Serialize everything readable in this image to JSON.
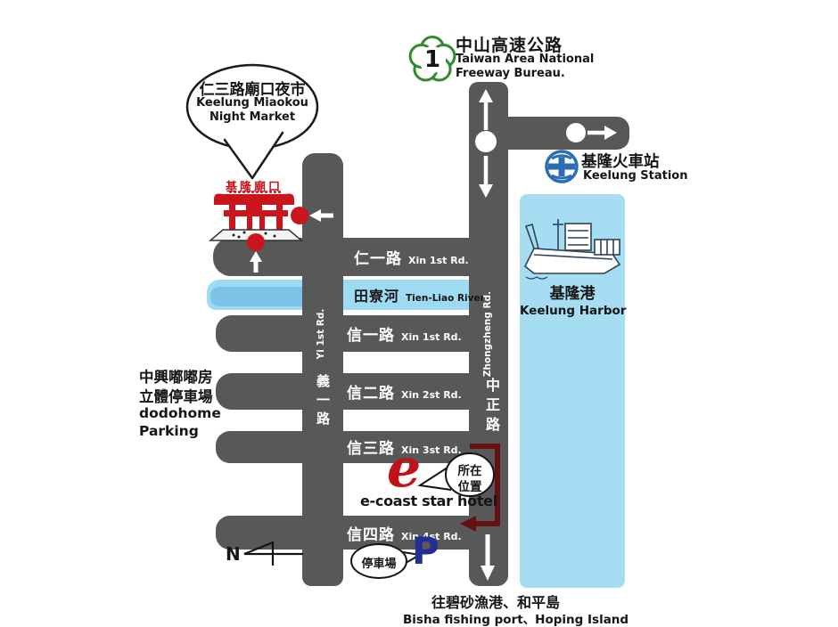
{
  "map": {
    "freeway": {
      "shield_number": "1",
      "title_zh": "中山高速公路",
      "subtitle1": "Taiwan Area National",
      "subtitle2": "Freeway Bureau."
    },
    "night_market": {
      "title_zh": "仁三路廟口夜市",
      "subtitle1": "Keelung Miaokou",
      "subtitle2": "Night Market"
    },
    "temple": {
      "title_zh": "基隆廟口"
    },
    "station": {
      "title_zh": "基隆火車站",
      "title_en": "Keelung Station"
    },
    "harbor": {
      "title_zh": "基隆港",
      "title_en": "Keelung Harbor"
    },
    "river": {
      "title_zh": "田寮河",
      "title_en": "Tien-Liao River"
    },
    "roads": {
      "ren1": {
        "zh": "仁一路",
        "en": "Xin 1st Rd."
      },
      "xin1": {
        "zh": "信一路",
        "en": "Xin 1st Rd."
      },
      "xin2": {
        "zh": "信二路",
        "en": "Xin 2st Rd."
      },
      "xin3": {
        "zh": "信三路",
        "en": "Xin 3st Rd."
      },
      "xin4": {
        "zh": "信四路",
        "en": "Xin 4st Rd."
      },
      "yi1": {
        "zh": "義一路",
        "en": "Yi 1st Rd."
      },
      "zhongzheng": {
        "zh": "中正路",
        "en": "Zhongzheng Rd."
      }
    },
    "dodohome": {
      "line1_zh": "中興嘟嘟房",
      "line2_zh": "立體停車場",
      "line3_en": "dodohome",
      "line4_en": "Parking"
    },
    "hotel": {
      "logo_letter": "e",
      "name": "e-coast star hotel",
      "location_bubble_line1": "所在",
      "location_bubble_line2": "位置"
    },
    "parking": {
      "bubble_zh": "停車場",
      "symbol": "P"
    },
    "compass": {
      "north_label": "N"
    },
    "destinations_south": {
      "line_zh": "往碧砂漁港、和平島",
      "line_en": "Bisha fishing port、Hoping Island"
    },
    "colors": {
      "road_gray": "#585858",
      "harbor_blue": "#a6ddf2",
      "river_blue": "#9fdaf3",
      "river_deep_blue": "#7cc4e6",
      "accent_red": "#c9151b",
      "route_dark_red": "#671013",
      "parking_navy": "#232e92",
      "rail_blue": "#2b6cb5",
      "freeway_green": "#2e8b2e"
    }
  }
}
